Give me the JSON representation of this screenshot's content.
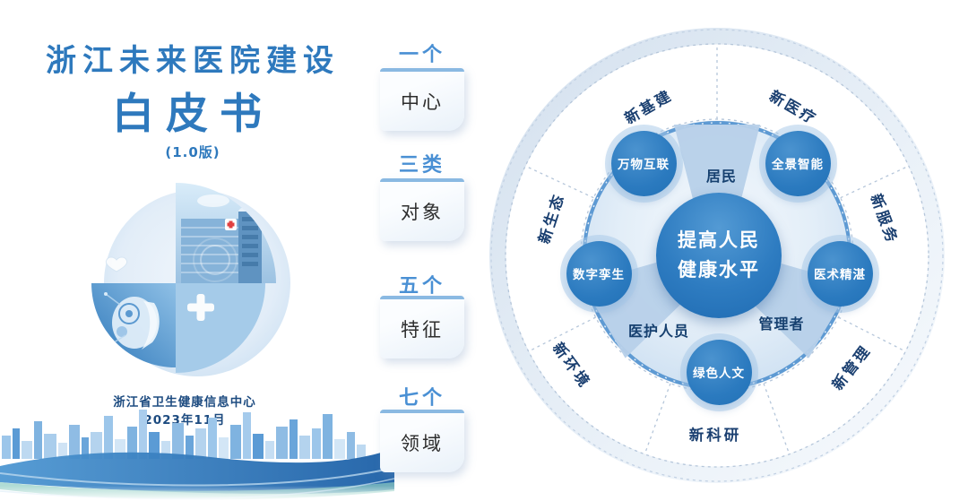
{
  "cover": {
    "title": "浙江未来医院建设",
    "subtitle": "白皮书",
    "version": "(1.0版)",
    "publisher": "浙江省卫生健康信息中心",
    "date": "2023年11月"
  },
  "outline": {
    "items": [
      {
        "count": "一个",
        "label": "中心"
      },
      {
        "count": "三类",
        "label": "对象"
      },
      {
        "count": "五个",
        "label": "特征"
      },
      {
        "count": "七个",
        "label": "领域"
      }
    ]
  },
  "diagram": {
    "center_goal": {
      "line1": "提高人民",
      "line2": "健康水平"
    },
    "objects": {
      "top": "居民",
      "bottom_left": "医护人员",
      "bottom_right": "管理者"
    },
    "features": [
      "万物互联",
      "全景智能",
      "数字孪生",
      "医术精湛",
      "绿色人文"
    ],
    "domains": [
      "新基建",
      "新医疗",
      "新服务",
      "新管理",
      "新科研",
      "新环境",
      "新生态"
    ]
  },
  "colors": {
    "brand_blue": "#2e79bd",
    "bubble_blue": "#2b7abf",
    "navy_text": "#16406f",
    "wedge_blue": "#b7d0e9",
    "count_blue": "#4a90d4"
  }
}
